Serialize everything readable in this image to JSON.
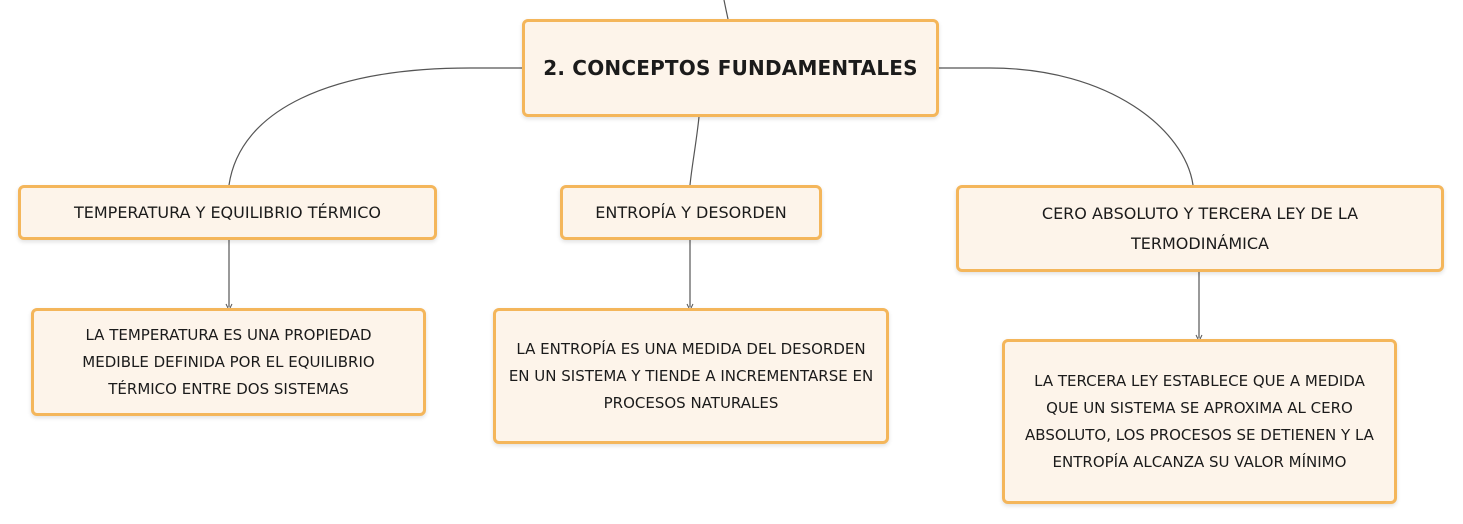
{
  "mindmap": {
    "root": {
      "label": "2. CONCEPTOS FUNDAMENTALES"
    },
    "branches": [
      {
        "label": "TEMPERATURA Y EQUILIBRIO TÉRMICO",
        "detail": "LA TEMPERATURA ES UNA PROPIEDAD MEDIBLE DEFINIDA POR EL EQUILIBRIO TÉRMICO ENTRE DOS SISTEMAS"
      },
      {
        "label": "ENTROPÍA Y DESORDEN",
        "detail": "LA ENTROPÍA ES UNA MEDIDA DEL DESORDEN EN UN SISTEMA Y TIENDE A INCREMENTARSE EN PROCESOS NATURALES"
      },
      {
        "label": "CERO ABSOLUTO Y TERCERA LEY DE LA TERMODINÁMICA",
        "detail": "LA TERCERA LEY ESTABLECE QUE A MEDIDA QUE UN SISTEMA SE APROXIMA AL CERO ABSOLUTO, LOS PROCESOS SE DETIENEN Y LA ENTROPÍA ALCANZA SU VALOR MÍNIMO"
      }
    ],
    "colors": {
      "node_fill": "#fdf4ea",
      "node_border": "#f4b65b",
      "connector": "#555555",
      "text": "#1b1b1b"
    }
  }
}
